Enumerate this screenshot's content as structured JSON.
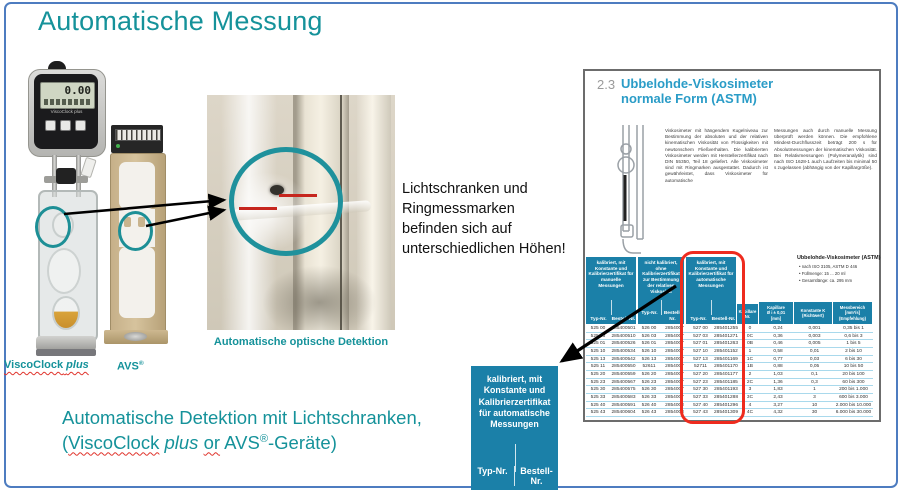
{
  "title": "Automatische Messung",
  "colors": {
    "accent_teal": "#15929a",
    "table_blue": "#1b80a8",
    "highlight_red": "#ee2b1e",
    "catalog_blue": "#2a9cc7",
    "frame_blue": "#4d7cc0"
  },
  "devices": {
    "viscoclock": {
      "display_value": "0.00",
      "face_label": "ViscoClock plus",
      "label": "ViscoClock",
      "label_suffix": "plus"
    },
    "avs": {
      "label": "AVS",
      "label_sup": "®"
    }
  },
  "photo": {
    "caption": "Automatische optische Detektion"
  },
  "note": {
    "text": "Lichtschranken und Ringmessmarken befinden sich auf unterschiedlichen Höhen!"
  },
  "bottom": {
    "line1": "Automatische Detektion mit Lichtschranken,",
    "open": "(",
    "word_viscoclock": "ViscoClock",
    "word_plus": "plus",
    "word_or": "or",
    "word_avs": "AVS",
    "sup": "®",
    "rest": "-Geräte)"
  },
  "catalog": {
    "section_number": "2.3",
    "title_line1": "Ubbelohde-Viskosimeter",
    "title_line2": "normale Form (ASTM)",
    "body_col1": "Viskosimeter mit hängendem Kugelniveau zur Bestimmung der absoluten und der relativen kinematischen Viskosität von Flüssigkeiten mit newtonschem Fließverhalten. Die kalibrierten Viskosimeter werden mit Herstellerzertifikat nach DIN 55350, Teil 18 geliefert. Alle Viskosimeter sind mit Ringmarken ausgestattet. Dadurch ist gewährleistet, dass Viskosimeter für automatische",
    "body_col2": "Messungen auch durch manuelle Messung überprüft werden können. Die empfohlene Mindest-Durchflusszeit beträgt 200 s für Absolutmessungen der kinematischen Viskosität. Bei Relativmessungen (Polymeranalytik) sind nach ISO 1628-1 auch Laufzeiten bis minimal 50 s zugelassen (abhängig von der Kapillargröße).",
    "info_title": "Ubbelohde-Viskosimeter (ASTM)",
    "info_bullets": [
      "nach ISO 3105, ASTM D 446",
      "Füllmenge: 15 ... 20 ml",
      "Gesamtlänge: ca. 295 mm"
    ],
    "table": {
      "group_headers": [
        "kalibriert, mit Konstante und Kalibrierzertifikat für manuelle Messungen",
        "nicht kalibriert, ohne Kalibrierzertifikat zur Bestimmung der relativen Viskosität",
        "kalibriert, mit Konstante und Kalibrierzertifikat für automatische Messungen"
      ],
      "sub_header_1": "Typ-Nr.",
      "sub_header_2": "Bestell-Nr.",
      "col_kap_nr": "Kapillare Nr.",
      "col_kap_d": "Kapillare\nØ i ± 0,01\n[mm]",
      "col_konst": "Konstante K\n(Richtwert)",
      "col_mess": "Messbereich\n[mm²/s]\n(Empfehlung)",
      "rows": [
        [
          "525 00",
          "285400501",
          "526 00",
          "2854007",
          "527 00",
          "285401255",
          "0",
          "0,24",
          "0,001",
          "0,35 bis 1"
        ],
        [
          "525 03",
          "285400510",
          "526 03",
          "2854007",
          "527 03",
          "285401271",
          "0C",
          "0,36",
          "0,003",
          "0,6 bis 3"
        ],
        [
          "525 01",
          "285400526",
          "526 01",
          "2854007",
          "527 01",
          "285401263",
          "0B",
          "0,46",
          "0,005",
          "1 bis 5"
        ],
        [
          "525 10",
          "285400534",
          "526 10",
          "2854007",
          "527 10",
          "285401152",
          "1",
          "0,58",
          "0,01",
          "2 bis 10"
        ],
        [
          "525 13",
          "285400542",
          "526 13",
          "2854007",
          "527 13",
          "285401169",
          "1C",
          "0,77",
          "0,03",
          "6 bis 30"
        ],
        [
          "525 11",
          "285400550",
          "52611",
          "2854007",
          "52711",
          "285401170",
          "1B",
          "0,88",
          "0,05",
          "10 bis 50"
        ],
        [
          "525 20",
          "285400559",
          "526 20",
          "2854007",
          "527 20",
          "285401177",
          "2",
          "1,03",
          "0,1",
          "20 bis 100"
        ],
        [
          "525 23",
          "285400567",
          "526 23",
          "2854007",
          "527 23",
          "285401185",
          "2C",
          "1,36",
          "0,3",
          "60 bis 300"
        ],
        [
          "525 30",
          "285400575",
          "526 30",
          "2854007",
          "527 30",
          "285401193",
          "3",
          "1,83",
          "1",
          "200 bis 1.000"
        ],
        [
          "525 33",
          "285400583",
          "526 33",
          "2854007",
          "527 33",
          "285401288",
          "3C",
          "2,43",
          "3",
          "600 bis 3.000"
        ],
        [
          "525 40",
          "285400591",
          "526 40",
          "2854008",
          "527 40",
          "285401296",
          "4",
          "3,27",
          "10",
          "2.000 bis 10.000"
        ],
        [
          "525 43",
          "285400604",
          "526 43",
          "2854008",
          "527 43",
          "285401309",
          "4C",
          "4,32",
          "30",
          "6.000 bis 30.000"
        ]
      ]
    }
  },
  "callout": {
    "title": "kalibriert, mit Konstante und Kalibrierzertifikat für automatische Messungen",
    "col1": "Typ-Nr.",
    "col2": "Bestell-Nr."
  }
}
